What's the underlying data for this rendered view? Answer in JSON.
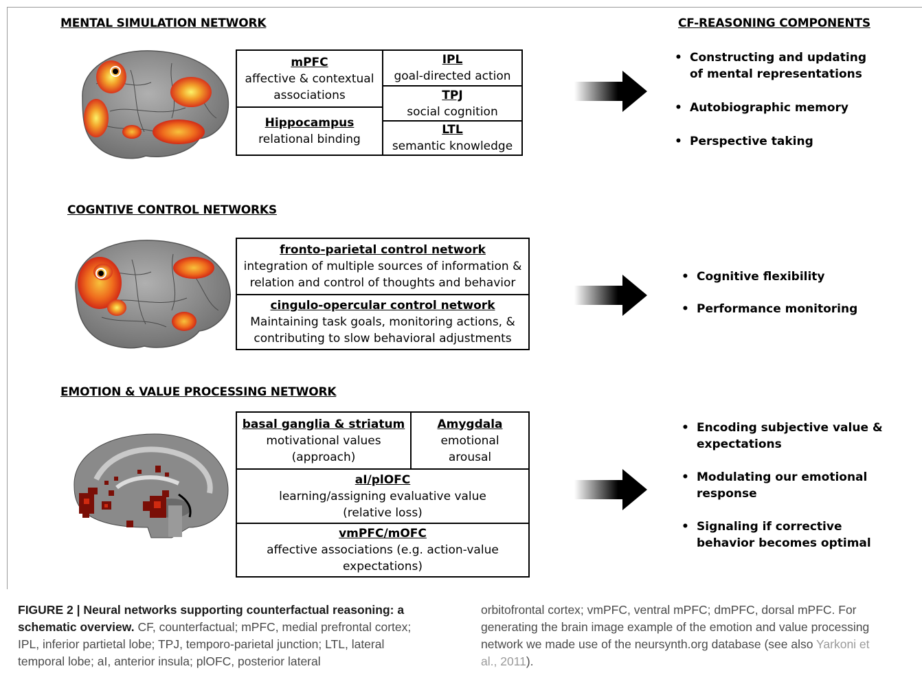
{
  "sections": {
    "mental": {
      "heading": "MENTAL SIMULATION NETWORK",
      "left_top": {
        "title": "mPFC",
        "line1": "affective & contextual",
        "line2": "associations"
      },
      "left_bottom": {
        "title": "Hippocampus",
        "line1": "relational binding"
      },
      "right1": {
        "title": "IPL",
        "line1": "goal-directed action"
      },
      "right2": {
        "title": "TPJ",
        "line1": "social cognition"
      },
      "right3": {
        "title": "LTL",
        "line1": "semantic knowledge"
      }
    },
    "control": {
      "heading": "COGNTIVE CONTROL NETWORKS",
      "top": {
        "title": "fronto-parietal control network",
        "line1": "integration of multiple sources of information &",
        "line2": "relation and control of thoughts and behavior"
      },
      "bottom": {
        "title": "cingulo-opercular control network",
        "line1": "Maintaining task goals, monitoring actions, &",
        "line2": "contributing to slow behavioral adjustments"
      }
    },
    "emotion": {
      "heading": "EMOTION & VALUE PROCESSING NETWORK",
      "basal": {
        "title": "basal ganglia & striatum",
        "line1": "motivational values",
        "line2": "(approach)"
      },
      "amygdala": {
        "title": "Amygdala",
        "line1": "emotional",
        "line2": "arousal"
      },
      "aiofc": {
        "title": "aI/plOFC",
        "line1": "learning/assigning  evaluative value",
        "line2": "(relative loss)"
      },
      "vmpfc": {
        "title": "vmPFC/mOFC",
        "line1": "affective associations (e.g.  action-value",
        "line2": "expectations)"
      }
    }
  },
  "components": {
    "heading": "CF-REASONING COMPONENTS",
    "group1": [
      "Constructing and updating of mental representations",
      "Autobiographic memory",
      "Perspective taking"
    ],
    "group2": [
      "Cognitive flexibility",
      "Performance monitoring"
    ],
    "group3": [
      "Encoding subjective value & expectations",
      "Modulating our emotional response",
      "Signaling if corrective behavior becomes optimal"
    ]
  },
  "caption": {
    "label": "FIGURE 2 | Neural networks supporting counterfactual reasoning: a schematic overview.",
    "text_left": " CF, counterfactual; mPFC, medial prefrontal cortex; IPL, inferior partietal lobe; TPJ, temporo-parietal junction; LTL, lateral temporal lobe; aI, anterior insula; plOFC, posterior lateral",
    "text_right": "orbitofrontal cortex; vmPFC, ventral mPFC; dmPFC, dorsal mPFC. For generating the brain image example of the emotion and value processing network we made use of the neursynth.org database (see also ",
    "citation": "Yarkoni et al., 2011",
    "text_end": ")."
  },
  "colors": {
    "activation_yellow": "#f7e84a",
    "activation_orange": "#f08a1c",
    "activation_red": "#d8321a",
    "brain_gray": "#8c8c8c",
    "dark_red": "#7a0e06"
  }
}
